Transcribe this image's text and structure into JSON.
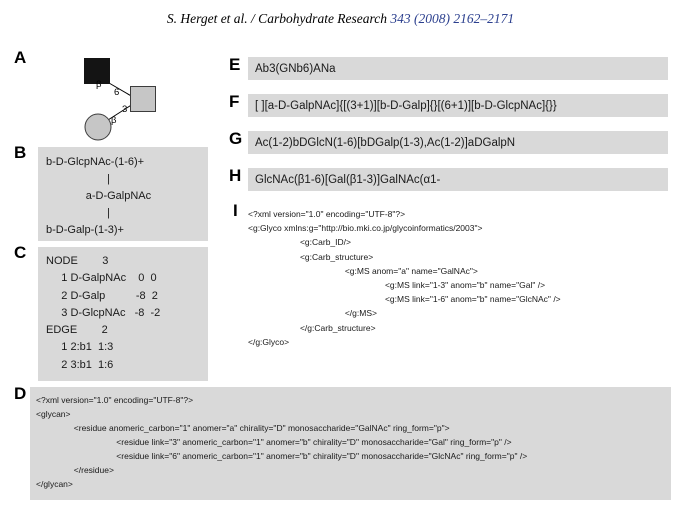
{
  "header": {
    "citation_prefix": "S. Herget et al. / Carbohydrate Research ",
    "citation_link": "343 (2008) 2162–2171"
  },
  "colors": {
    "box_gray": "#d9d9d9",
    "link_blue": "#2b3f8e",
    "symbol_gray": "#c6c6c6",
    "symbol_black": "#141414"
  },
  "panels": {
    "a": {
      "label": "A",
      "diagram": {
        "top_anomer": "β",
        "top_linkage": "6",
        "bottom_anomer": "β",
        "bottom_linkage": "3",
        "icons": [
          "glcnac-filled-square",
          "galnac-gray-square",
          "gal-gray-circle"
        ]
      }
    },
    "b": {
      "label": "B",
      "text": "b-D-GlcpNAc-(1-6)+\n                    |\n             a-D-GalpNAc\n                    |\nb-D-Galp-(1-3)+"
    },
    "c": {
      "label": "C",
      "text": "NODE        3\n     1 D-GalpNAc    0  0\n     2 D-Galp          -8  2\n     3 D-GlcpNAc   -8  -2\nEDGE        2\n     1 2:b1  1:3\n     2 3:b1  1:6"
    },
    "d": {
      "label": "D",
      "text": "<?xml version=\"1.0\" encoding=\"UTF-8\"?>\n<glycan>\n                <residue anomeric_carbon=\"1\" anomer=\"a\" chirality=\"D\" monosaccharide=\"GalNAc\" ring_form=\"p\">\n                                  <residue link=\"3\" anomeric_carbon=\"1\" anomer=\"b\" chirality=\"D\" monosaccharide=\"Gal\" ring_form=\"p\" />\n                                  <residue link=\"6\" anomeric_carbon=\"1\" anomer=\"b\" chirality=\"D\" monosaccharide=\"GlcNAc\" ring_form=\"p\" />\n                </residue>\n</glycan>"
    },
    "e": {
      "label": "E",
      "text": "Ab3(GNb6)ANa"
    },
    "f": {
      "label": "F",
      "text": "[ ][a-D-GalpNAc]{[(3+1)][b-D-Galp]{}[(6+1)][b-D-GlcpNAc]{}}"
    },
    "g": {
      "label": "G",
      "text": "Ac(1-2)bDGlcN(1-6)[bDGalp(1-3),Ac(1-2)]aDGalpN"
    },
    "h": {
      "label": "H",
      "text": "GlcNAc(β1-6)[Gal(β1-3)]GalNAc(α1-"
    },
    "i": {
      "label": "I",
      "text": "<?xml version=\"1.0\" encoding=\"UTF-8\"?>\n<g:Glyco xmlns:g=\"http://bio.mki.co.jp/glycoinformatics/2003\">\n                      <g:Carb_ID/>\n                      <g:Carb_structure>\n                                         <g:MS anom=\"a\" name=\"GalNAc\">\n                                                          <g:MS link=\"1-3\" anom=\"b\" name=\"Gal\" />\n                                                          <g:MS link=\"1-6\" anom=\"b\" name=\"GlcNAc\" />\n                                         </g:MS>\n                      </g:Carb_structure>\n</g:Glyco>"
    }
  }
}
